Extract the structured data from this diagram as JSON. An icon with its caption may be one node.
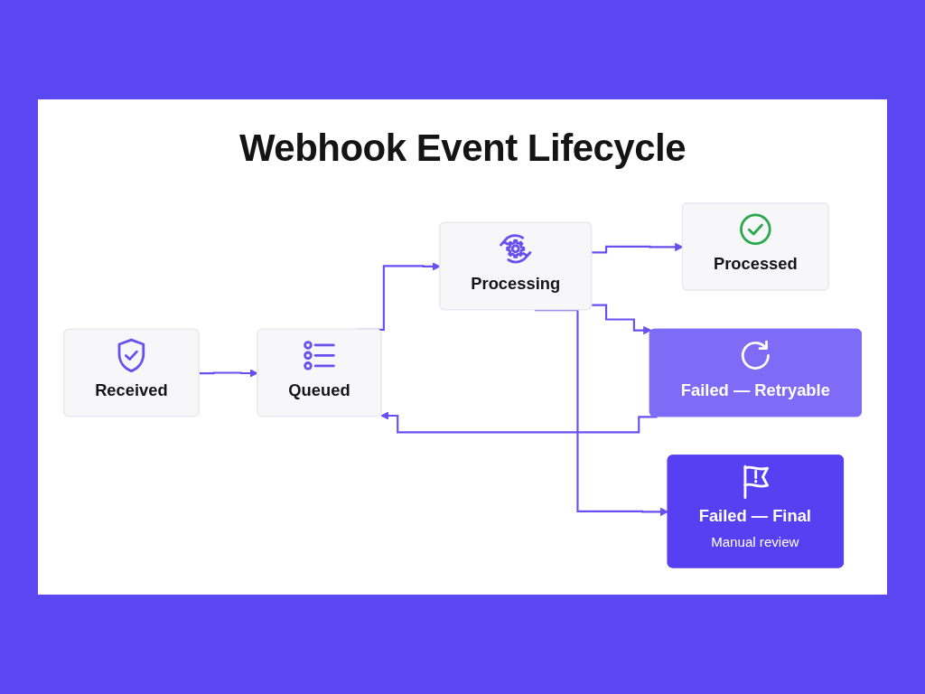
{
  "diagram": {
    "title": "Webhook Event Lifecycle",
    "nodes": [
      {
        "text": [
          "Received"
        ]
      },
      {
        "text": [
          "Queued"
        ]
      },
      {
        "text": [
          "Processing"
        ]
      },
      {
        "text": [
          "Processed"
        ]
      },
      {
        "text": [
          "Failed — Retryable"
        ]
      },
      {
        "text": [
          "Failed — Final",
          "Manual review"
        ]
      }
    ],
    "edges": [
      {
        "from": 0,
        "to": 1,
        "arrow": "to"
      },
      {
        "from": 1,
        "to": 2,
        "arrow": "to"
      },
      {
        "from": 2,
        "to": 3,
        "arrow": "to"
      },
      {
        "from": 2,
        "to": 4,
        "arrow": "to"
      },
      {
        "from": 2,
        "to": 5,
        "arrow": "to"
      },
      {
        "from": 4,
        "to": 1,
        "arrow": "to"
      }
    ]
  }
}
